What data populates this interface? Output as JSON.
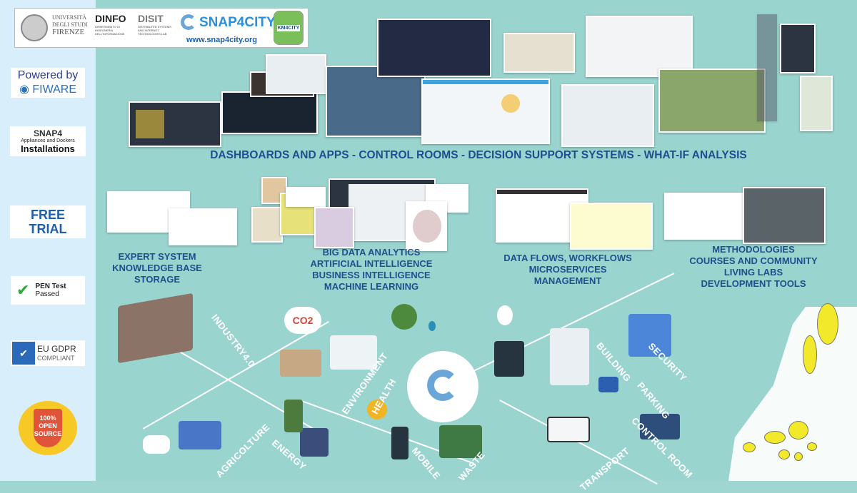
{
  "header": {
    "university": [
      "UNIVERSITÀ",
      "DEGLI STUDI",
      "FIRENZE"
    ],
    "dinfo": "DINFO",
    "dinfo_sub": "DIPARTIMENTO DI INGEGNERIA DELL'INFORMAZIONE",
    "disit": "DISIT",
    "disit_sub": "DISTRIBUTED SYSTEMS AND INTERNET TECHNOLOGIES LAB",
    "snap4city": "SNAP4CITY",
    "website": "www.snap4city.org",
    "km4city": "KM4CITY"
  },
  "sidebar": {
    "fiware_top": "Powered by",
    "fiware_bottom": "FIWARE",
    "snap4_title": "SNAP4",
    "snap4_sub": "Appliances and Dockers",
    "snap4_install": "Installations",
    "free_trial": [
      "FREE",
      "TRIAL"
    ],
    "pen_test": [
      "PEN Test",
      "Passed"
    ],
    "gdpr": [
      "EU GDPR",
      "COMPLIANT"
    ],
    "open_source": [
      "100%",
      "OPEN",
      "SOURCE"
    ]
  },
  "main": {
    "headline": "DASHBOARDS AND APPS - CONTROL ROOMS - DECISION SUPPORT SYSTEMS - WHAT-IF ANALYSIS",
    "groups": [
      {
        "lines": [
          "EXPERT SYSTEM",
          "KNOWLEDGE BASE",
          "STORAGE"
        ]
      },
      {
        "lines": [
          "BIG DATA ANALYTICS",
          "ARTIFICIAL INTELLIGENCE",
          "BUSINESS INTELLIGENCE",
          "MACHINE LEARNING"
        ]
      },
      {
        "lines": [
          "DATA FLOWS, WORKFLOWS",
          "MICROSERVICES",
          "MANAGEMENT"
        ]
      },
      {
        "lines": [
          "METHODOLOGIES",
          "COURSES AND COMMUNITY",
          "LIVING LABS",
          "DEVELOPMENT TOOLS"
        ]
      }
    ],
    "sectors": [
      "INDUSTRY4.0",
      "ENVIRONMENT",
      "HEALTH",
      "BUILDING",
      "SECURITY",
      "PARKING",
      "AGRICOLTURE",
      "ENERGY",
      "MOBILE",
      "WASTE",
      "TRANSPORT",
      "CONTROL ROOM"
    ],
    "co2": "CO2"
  },
  "colors": {
    "accent": "#1f4f8f",
    "teal": "#9ad4cf",
    "panel": "#d9eefb",
    "map_highlight": "#f3e92b"
  }
}
